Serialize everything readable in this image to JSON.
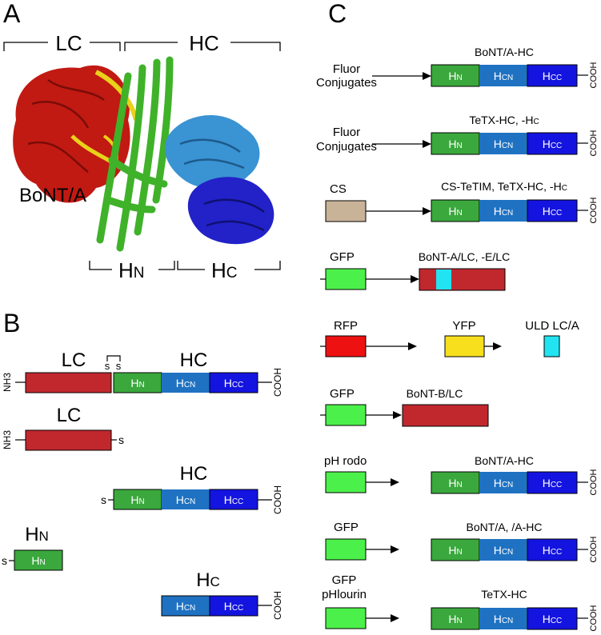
{
  "panel_a": {
    "letter": "A",
    "lc_label": "LC",
    "hc_label": "HC",
    "protein_label": "BoNT/A",
    "hn_label": "H",
    "hn_sub": "N",
    "hcdomain_label": "H",
    "hcdomain_sub": "C"
  },
  "panel_b": {
    "letter": "B",
    "nh3": "NH3",
    "cooh": "COOH",
    "s": "s",
    "full": {
      "lc": "LC",
      "hc": "HC"
    },
    "lc_only": {
      "title": "LC"
    },
    "hc_only": {
      "title": "HC"
    },
    "hn_only": {
      "title": "H",
      "title_sub": "N"
    },
    "hc_domain_only": {
      "title": "H",
      "title_sub": "C"
    },
    "seg": {
      "hn": "H",
      "hn_sub": "N",
      "hcn": "H",
      "hcn_sub": "CN",
      "hcc": "H",
      "hcc_sub": "CC"
    }
  },
  "panel_c": {
    "letter": "C",
    "cooh": "COOH",
    "rows": [
      {
        "left1": "Fluor",
        "left2": "Conjugates",
        "right": "BoNT/A-HC"
      },
      {
        "left1": "Fluor",
        "left2": "Conjugates",
        "right": "TeTX-HC, -H",
        "right_sub": "C"
      },
      {
        "left1": "CS",
        "right": "CS-TeTIM, TeTX-HC, -H",
        "right_sub": "C"
      },
      {
        "left1": "GFP",
        "right": "BoNT-A/LC, -E/LC"
      },
      {
        "rfp": "RFP",
        "yfp": "YFP",
        "uld": "ULD LC/A"
      },
      {
        "left1": "GFP",
        "right": "BoNT-B/LC"
      },
      {
        "left1": "pH rodo",
        "right": "BoNT/A-HC"
      },
      {
        "left1": "GFP",
        "right": "BoNT/A, /A-HC"
      },
      {
        "left1": "GFP",
        "left2": "pHlourin",
        "right": "TeTX-HC"
      }
    ]
  },
  "colors": {
    "lc_red": "#c0282e",
    "hn_green": "#3aa83c",
    "hcn_blue": "#1f72c2",
    "hcc_blue": "#1414e0",
    "gfp_green": "#4cf04a",
    "rfp_red": "#ee1111",
    "yfp_yellow": "#f7df1e",
    "cyan": "#22e3f2",
    "cs_tan": "#c8b399"
  }
}
